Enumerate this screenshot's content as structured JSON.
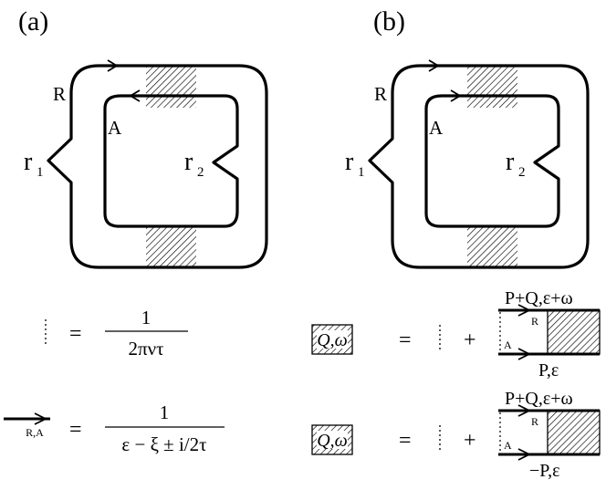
{
  "panels": {
    "a": {
      "label": "(a)"
    },
    "b": {
      "label": "(b)"
    }
  },
  "diagram_labels": {
    "outer": "R",
    "inner": "A",
    "r1_base": "r",
    "r1_sub": "1",
    "r2_base": "r",
    "r2_sub": "2"
  },
  "legend": {
    "dashed_line_eq": {
      "equals": "=",
      "numerator": "1",
      "denominator": "2πντ"
    },
    "propagator_eq": {
      "line_tag": "R,A",
      "equals": "=",
      "numerator": "1",
      "denominator": "ε − ξ ± i/2τ"
    },
    "diffuson_eq": {
      "box_label": "Q,ω",
      "equals": "=",
      "plus": "+",
      "top_label": "P+Q,ε+ω",
      "R_tag": "R",
      "A_tag": "A",
      "bottom_label": "P,ε"
    },
    "cooperon_eq": {
      "box_label": "Q,ω",
      "equals": "=",
      "plus": "+",
      "top_label": "P+Q,ε+ω",
      "R_tag": "R",
      "A_tag": "A",
      "bottom_label": "−P,ε"
    }
  },
  "colors": {
    "ink": "#000000",
    "hatch": "#000000",
    "background": "#ffffff"
  }
}
